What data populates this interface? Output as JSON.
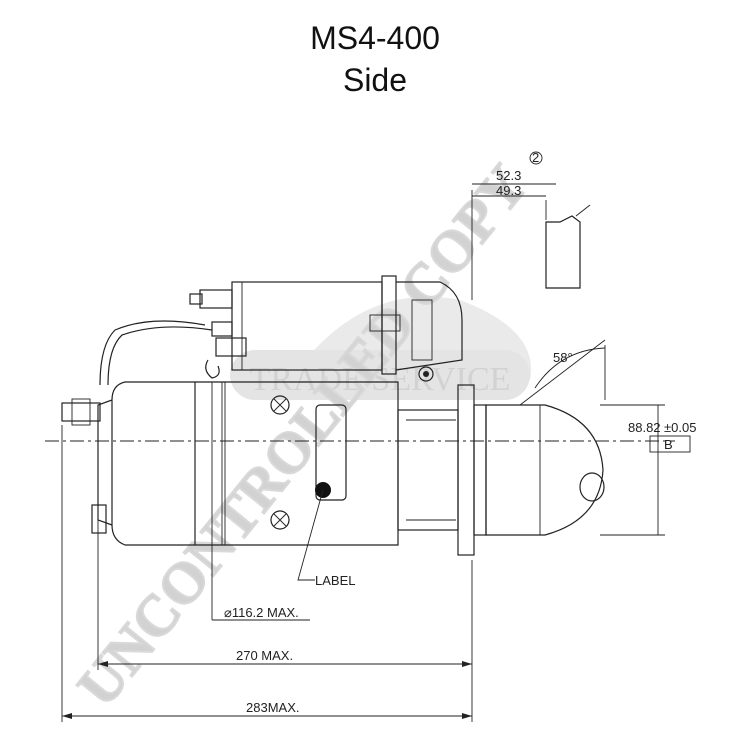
{
  "title": "MS4-400",
  "subtitle": "Side",
  "dimensions": {
    "d1": "52.3",
    "d2": "49.3",
    "circle_ref": "2",
    "angle": "58°",
    "diameter_b": "88.82",
    "tolerance": "±0.05",
    "datum": "B",
    "label": "LABEL",
    "max_diameter": "⌀116.2  MAX.",
    "len1": "270  MAX.",
    "len2": "283MAX."
  },
  "watermark": {
    "line1": "UNCONTROLLED COPY",
    "line2": "TRADE SERVICE"
  }
}
